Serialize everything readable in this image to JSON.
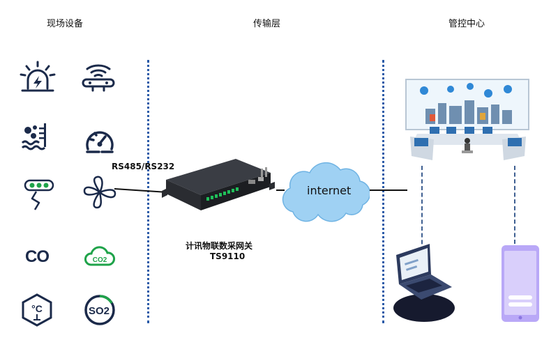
{
  "columns": {
    "field_devices": "现场设备",
    "transport_layer": "传输层",
    "control_center": "管控中心"
  },
  "connection_label": "RS485/RS232",
  "gateway": {
    "name": "计讯物联数采网关",
    "model": "TS9110"
  },
  "cloud_label": "internet",
  "sensors": {
    "co_label": "CO",
    "co2_label": "CO2",
    "so2_label": "SO2"
  },
  "colors": {
    "navy": "#1b2a4a",
    "green": "#1fa34a",
    "divider": "#2b5ba8",
    "cloud": "#9fd1f3",
    "phone": "#b9a8f7"
  }
}
